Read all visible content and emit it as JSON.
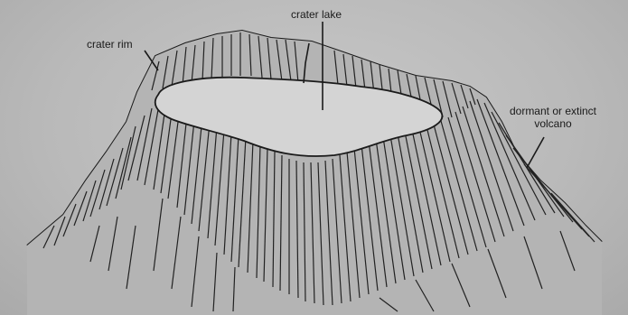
{
  "labels": {
    "crater_lake": "crater lake",
    "crater_rim": "crater rim",
    "dormant_line1": "dormant or extinct",
    "dormant_line2": "volcano"
  },
  "colors": {
    "background": "#bcbcbc",
    "ink": "#1a1a1a",
    "lake": "#d4d4d4"
  }
}
